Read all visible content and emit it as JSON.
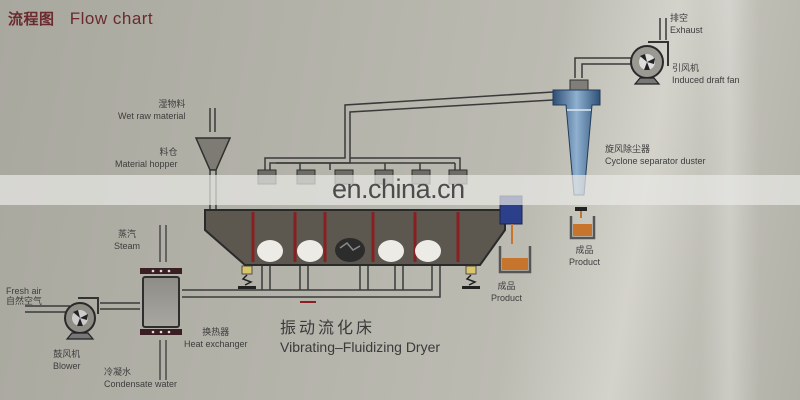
{
  "title": {
    "cn": "流程图",
    "en": "Flow chart"
  },
  "labels": {
    "wet_raw_material": {
      "cn": "湿物料",
      "en": "Wet raw material"
    },
    "material_hopper": {
      "cn": "料仓",
      "en": "Material hopper"
    },
    "exhaust": {
      "cn": "排空",
      "en": "Exhaust"
    },
    "induced_draft_fan": {
      "cn": "引风机",
      "en": "Induced draft fan"
    },
    "cyclone": {
      "cn": "旋风除尘器",
      "en": "Cyclone separator duster"
    },
    "product_right": {
      "cn": "成品",
      "en": "Product"
    },
    "product_middle": {
      "cn": "成品",
      "en": "Product"
    },
    "steam": {
      "cn": "蒸汽",
      "en": "Steam"
    },
    "fresh_air": {
      "cn": "自然空气",
      "en": "Fresh air"
    },
    "blower": {
      "cn": "鼓风机",
      "en": "Blower"
    },
    "heat_exchanger": {
      "cn": "换热器",
      "en": "Heat exchanger"
    },
    "condensate_water": {
      "cn": "冷凝水",
      "en": "Condensate water"
    },
    "dryer": {
      "cn": "振动流化床",
      "en": "Vibrating–Fluidizing Dryer"
    }
  },
  "watermark": "en.china.cn",
  "colors": {
    "title": "#6a2a2e",
    "pipe": "#3a3a3a",
    "dryer_body": "#5c5850",
    "red_strut": "#8a1f22",
    "cyclone_blue": "#3b5e86",
    "product_orange": "#c7752c",
    "valve_blue": "#2c3f8a"
  }
}
